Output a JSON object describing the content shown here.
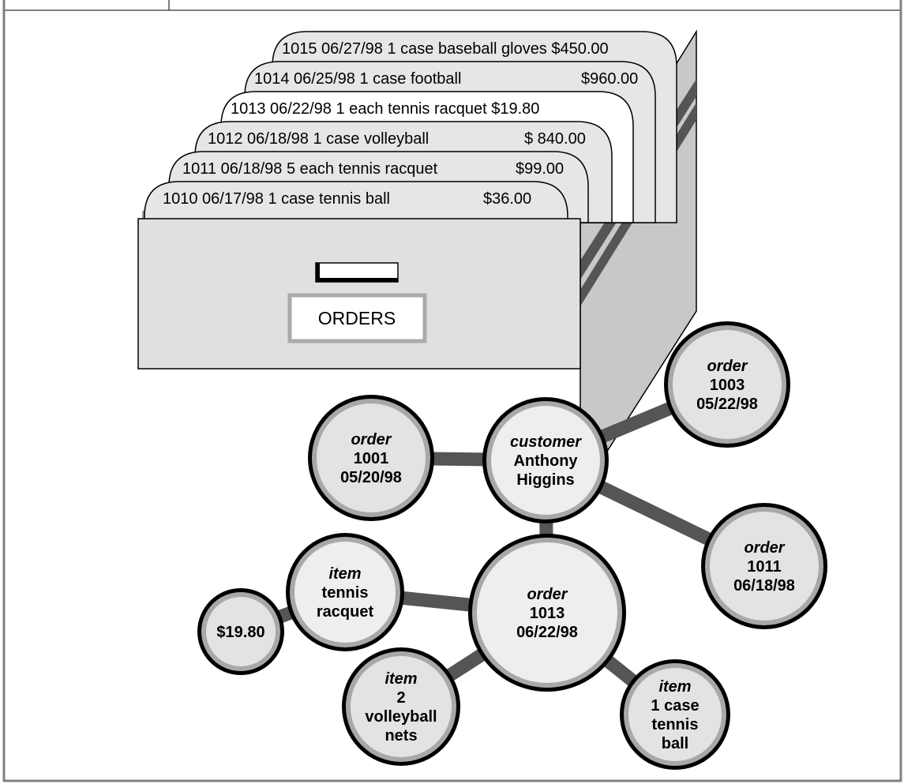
{
  "drawer": {
    "label": "ORDERS",
    "cards": [
      "1015  06/27/98 1 case baseball gloves  $450.00",
      "1014  06/25/98  1 case football",
      "1013  06/22/98  1 each tennis racquet  $19.80",
      "1012  06/18/98  1 case volleyball",
      "1011  06/18/98 5 each tennis racquet",
      "1010  06/17/98  1 case tennis ball"
    ],
    "card_prices": [
      "",
      "$960.00",
      "",
      "$ 840.00",
      "$99.00",
      "$36.00"
    ]
  },
  "graph": {
    "nodes": [
      {
        "id": "customer",
        "lines": [
          "customer",
          "Anthony",
          "Higgins"
        ]
      },
      {
        "id": "order-1001",
        "lines": [
          "order",
          "1001",
          "05/20/98"
        ]
      },
      {
        "id": "order-1003",
        "lines": [
          "order",
          "1003",
          "05/22/98"
        ]
      },
      {
        "id": "order-1011",
        "lines": [
          "order",
          "1011",
          "06/18/98"
        ]
      },
      {
        "id": "order-1013",
        "lines": [
          "order",
          "1013",
          "06/22/98"
        ]
      },
      {
        "id": "item-tennis-racquet",
        "lines": [
          "item",
          "tennis",
          "racquet"
        ]
      },
      {
        "id": "price",
        "lines": [
          "$19.80"
        ]
      },
      {
        "id": "item-volleyball-nets",
        "lines": [
          "item",
          "2",
          "volleyball",
          "nets"
        ]
      },
      {
        "id": "item-tennis-ball",
        "lines": [
          "item",
          "1 case",
          "tennis",
          "ball"
        ]
      }
    ],
    "edges": [
      [
        "customer",
        "order-1001"
      ],
      [
        "customer",
        "order-1003"
      ],
      [
        "customer",
        "order-1011"
      ],
      [
        "customer",
        "order-1013"
      ],
      [
        "order-1013",
        "item-tennis-racquet"
      ],
      [
        "order-1013",
        "item-volleyball-nets"
      ],
      [
        "order-1013",
        "item-tennis-ball"
      ],
      [
        "item-tennis-racquet",
        "price"
      ]
    ]
  }
}
